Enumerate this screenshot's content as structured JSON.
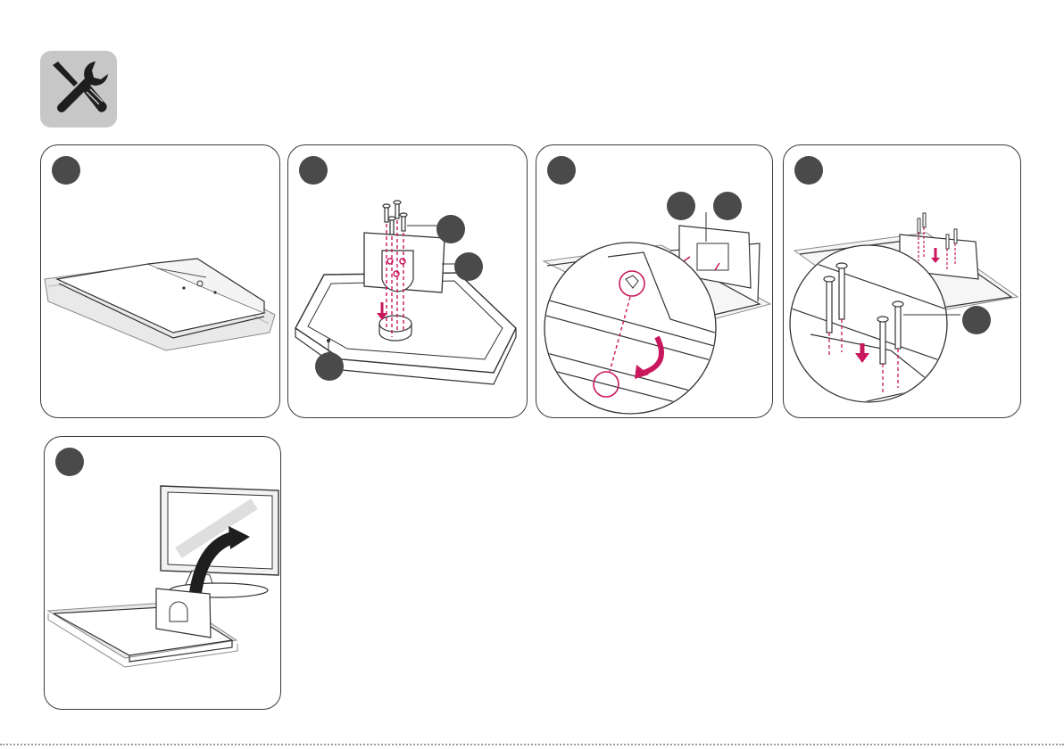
{
  "header": {
    "tools_icon": "wrench-screwdriver-icon",
    "icon_background": "#c7c7c7"
  },
  "colors": {
    "accent_magenta": "#c8175d",
    "outline": "#3a3a3a",
    "badge": "#4a4a4a",
    "panel_border": "#3a3a3a"
  },
  "steps": [
    {
      "id": "step-1",
      "illustration": "tv-face-down-on-cushion",
      "callouts": 0
    },
    {
      "id": "step-2",
      "illustration": "stand-body-screwed-to-base",
      "callouts": 3
    },
    {
      "id": "step-3",
      "illustration": "stand-inserted-into-tv-back-with-zoom",
      "callouts": 2
    },
    {
      "id": "step-4",
      "illustration": "screws-fasten-stand-to-tv-with-zoom",
      "callouts": 1
    },
    {
      "id": "step-5",
      "illustration": "tv-lifted-upright",
      "callouts": 0
    }
  ]
}
